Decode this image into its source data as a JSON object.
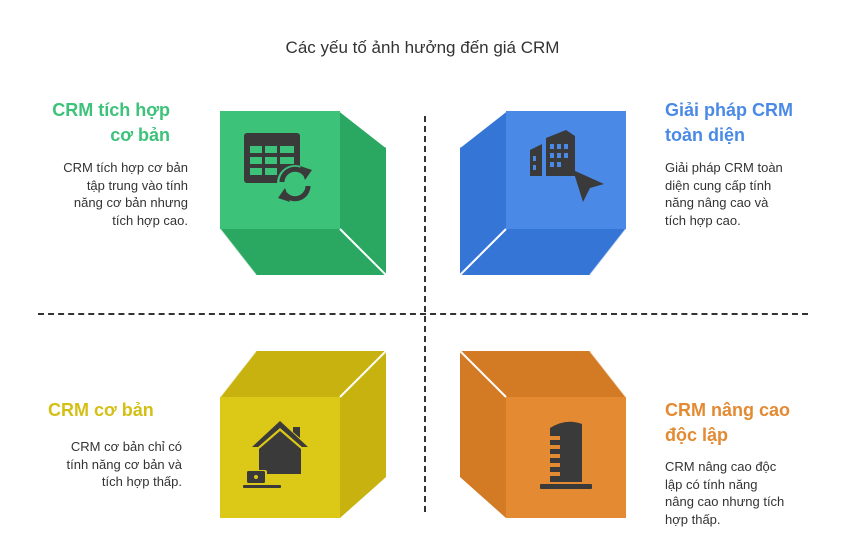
{
  "title": "Các yếu tố ảnh hưởng đến giá CRM",
  "colors": {
    "green": "#3DC27A",
    "green_dark": "#2AA862",
    "blue": "#4A8AE6",
    "blue_dark": "#3575D6",
    "yellow": "#DCC817",
    "yellow_dark": "#C7B20F",
    "orange": "#E38A33",
    "orange_dark": "#D37A25",
    "icon": "#3a3a3a"
  },
  "quadrants": {
    "top_left": {
      "heading_line1": "CRM tích hợp",
      "heading_line2": "cơ bản",
      "desc_lines": [
        "CRM tích hợp cơ bản",
        "tập trung vào tính",
        "năng cơ bản nhưng",
        "tích hợp cao."
      ],
      "icon": "spreadsheet-sync-icon"
    },
    "top_right": {
      "heading_line1": "Giải pháp CRM",
      "heading_line2": "toàn diện",
      "desc_lines": [
        "Giải pháp CRM toàn",
        "diện cung cấp tính",
        "năng nâng cao và",
        "tích hợp cao."
      ],
      "icon": "buildings-cursor-icon"
    },
    "bottom_left": {
      "heading_line1": "CRM cơ bản",
      "desc_lines": [
        "CRM cơ bản chỉ có",
        "tính năng cơ bản và",
        "tích hợp thấp."
      ],
      "icon": "home-laptop-icon"
    },
    "bottom_right": {
      "heading_line1": "CRM nâng cao",
      "heading_line2": "độc lập",
      "desc_lines": [
        "CRM nâng cao độc",
        "lập có tính năng",
        "nâng cao nhưng tích",
        "hợp thấp."
      ],
      "icon": "skyscraper-icon"
    }
  }
}
